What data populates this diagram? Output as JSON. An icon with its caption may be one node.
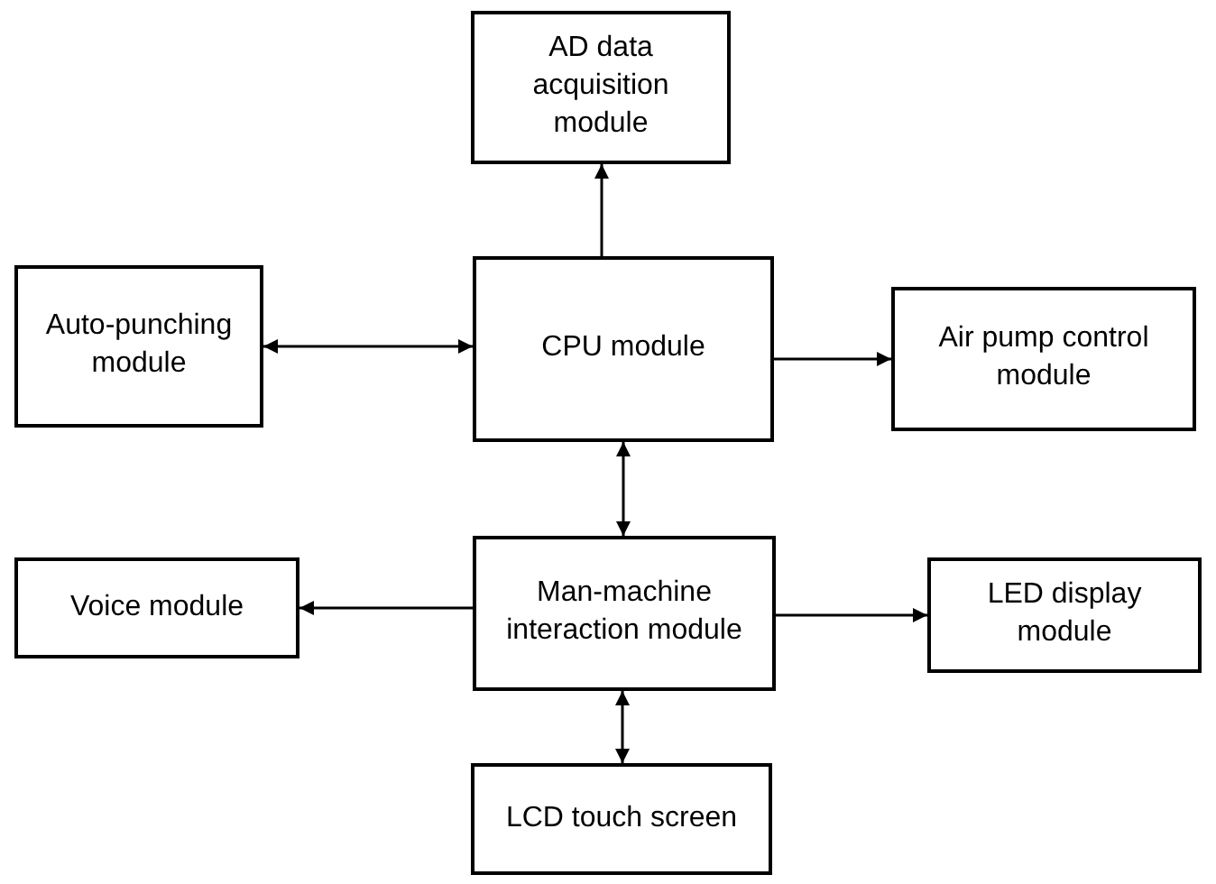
{
  "diagram": {
    "nodes": [
      {
        "text": [
          "AD data acquisition module"
        ]
      },
      {
        "text": [
          "Auto-punching module"
        ]
      },
      {
        "text": [
          "CPU module"
        ]
      },
      {
        "text": [
          "Air pump control module"
        ]
      },
      {
        "text": [
          "Voice module"
        ]
      },
      {
        "text": [
          "Man-machine interaction module"
        ]
      },
      {
        "text": [
          "LED display module"
        ]
      },
      {
        "text": [
          "LCD touch screen"
        ]
      }
    ],
    "edges": [
      {
        "from": 2,
        "to": 0,
        "arrow": "to"
      },
      {
        "from": 1,
        "to": 2,
        "arrow": "both"
      },
      {
        "from": 2,
        "to": 3,
        "arrow": "to"
      },
      {
        "from": 2,
        "to": 5,
        "arrow": "both"
      },
      {
        "from": 5,
        "to": 4,
        "arrow": "to"
      },
      {
        "from": 5,
        "to": 6,
        "arrow": "to"
      },
      {
        "from": 5,
        "to": 7,
        "arrow": "both"
      }
    ]
  }
}
